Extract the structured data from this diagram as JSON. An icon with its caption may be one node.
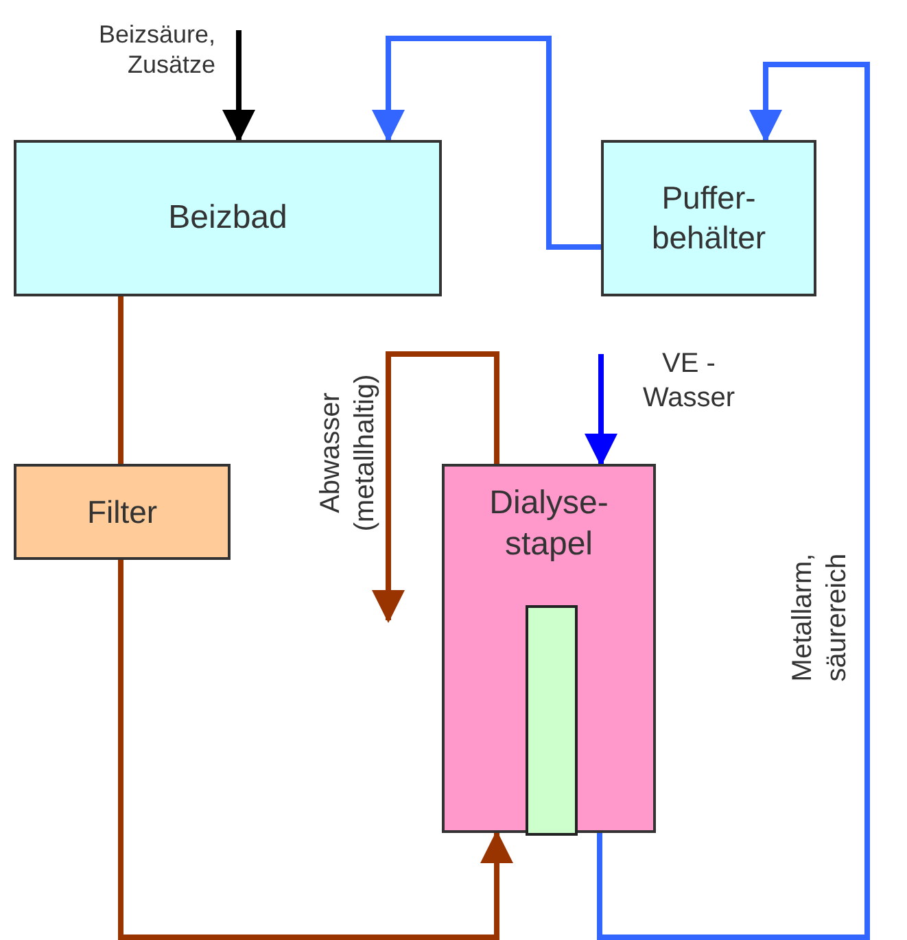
{
  "diagram": {
    "nodes": [
      {
        "text": [
          "Beizbad"
        ]
      },
      {
        "text": [
          "Puffer- behälter"
        ]
      },
      {
        "text": [
          "Filter"
        ]
      },
      {
        "text": [
          "Dialyse- stapel"
        ]
      },
      {
        "text": [],
        "shape": "box",
        "in": 3
      }
    ],
    "edges": [
      {
        "from": null,
        "to": 0,
        "arrow": "to",
        "label": "Beizsäure, Zusätze",
        "color": "#000000"
      },
      {
        "from": 1,
        "to": 0,
        "arrow": "to",
        "color": "#3366ff"
      },
      {
        "from": 3,
        "to": 1,
        "arrow": "to",
        "label": "Metallarm, säurereich",
        "color": "#3366ff"
      },
      {
        "from": 0,
        "to": 2,
        "arrow": "none",
        "color": "#993300"
      },
      {
        "from": 2,
        "to": 3,
        "arrow": "to",
        "color": "#993300"
      },
      {
        "from": 3,
        "to": null,
        "arrow": "to",
        "label": "Abwasser (metallhaltig)",
        "color": "#993300"
      },
      {
        "from": null,
        "to": 3,
        "arrow": "to",
        "label": "VE - Wasser",
        "color": "#0000ff"
      }
    ]
  }
}
